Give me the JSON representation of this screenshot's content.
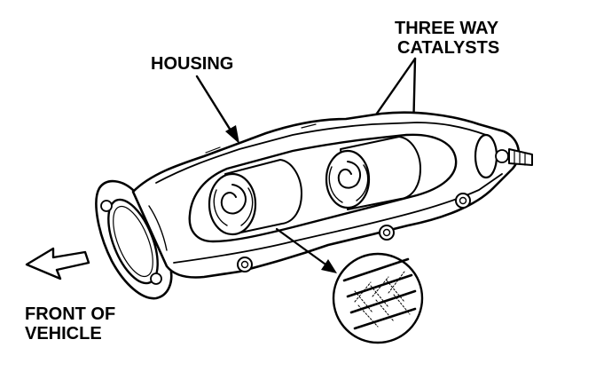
{
  "labels": {
    "catalysts_line1": "THREE WAY",
    "catalysts_line2": "CATALYSTS",
    "housing": "HOUSING",
    "front_line1": "FRONT OF",
    "front_line2": "VEHICLE"
  }
}
